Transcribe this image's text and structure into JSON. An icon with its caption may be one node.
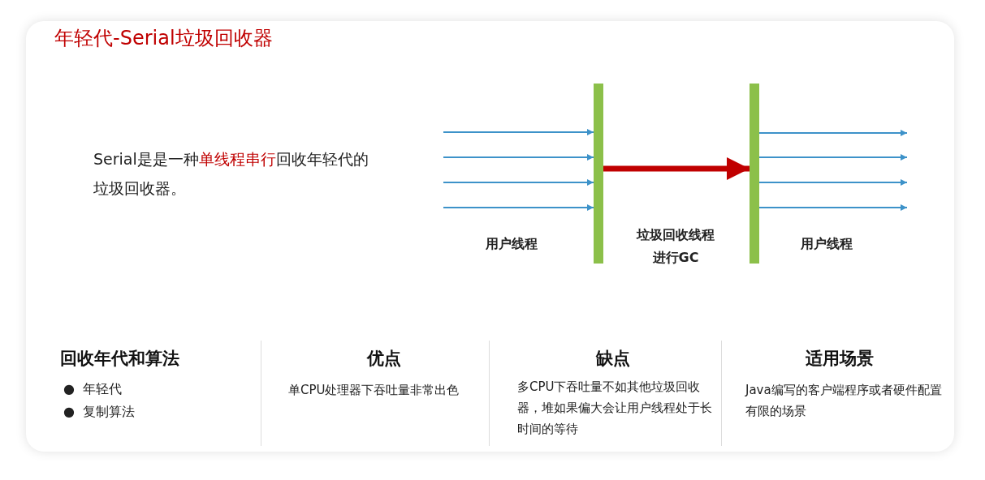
{
  "diagram": {
    "title": "年轻代-Serial垃圾回收器",
    "nodes": [
      {
        "text": [],
        "shape": "bar"
      },
      {
        "text": [],
        "shape": "bar"
      }
    ],
    "edges": [
      {
        "from": null,
        "to": 0,
        "arrow": "to"
      },
      {
        "from": null,
        "to": 0,
        "arrow": "to"
      },
      {
        "from": null,
        "to": 0,
        "arrow": "to"
      },
      {
        "from": null,
        "to": 0,
        "arrow": "to"
      },
      {
        "from": 0,
        "to": 1,
        "arrow": "to",
        "style": "thick",
        "color": "#c00000"
      },
      {
        "from": 1,
        "to": null,
        "arrow": "to"
      },
      {
        "from": 1,
        "to": null,
        "arrow": "to"
      },
      {
        "from": 1,
        "to": null,
        "arrow": "to"
      },
      {
        "from": 1,
        "to": null,
        "arrow": "to"
      }
    ],
    "labels": [
      "Serial是是一种**单线程串行**回收年轻代的垃圾回收器。",
      "用户线程",
      "垃圾回收线程进行GC",
      "用户线程",
      "回收年代和算法",
      "●  年轻代",
      "●  复制算法",
      "优点",
      "单CPU处理器下吞吐量非常出色",
      "缺点",
      "多CPU下吞吐量不如其他垃圾回收器，堆如果偏大会让用户线程处于长时间的等待",
      "适用场景",
      "Java编写的客户端程序或者硬件配置有限的场景"
    ]
  }
}
